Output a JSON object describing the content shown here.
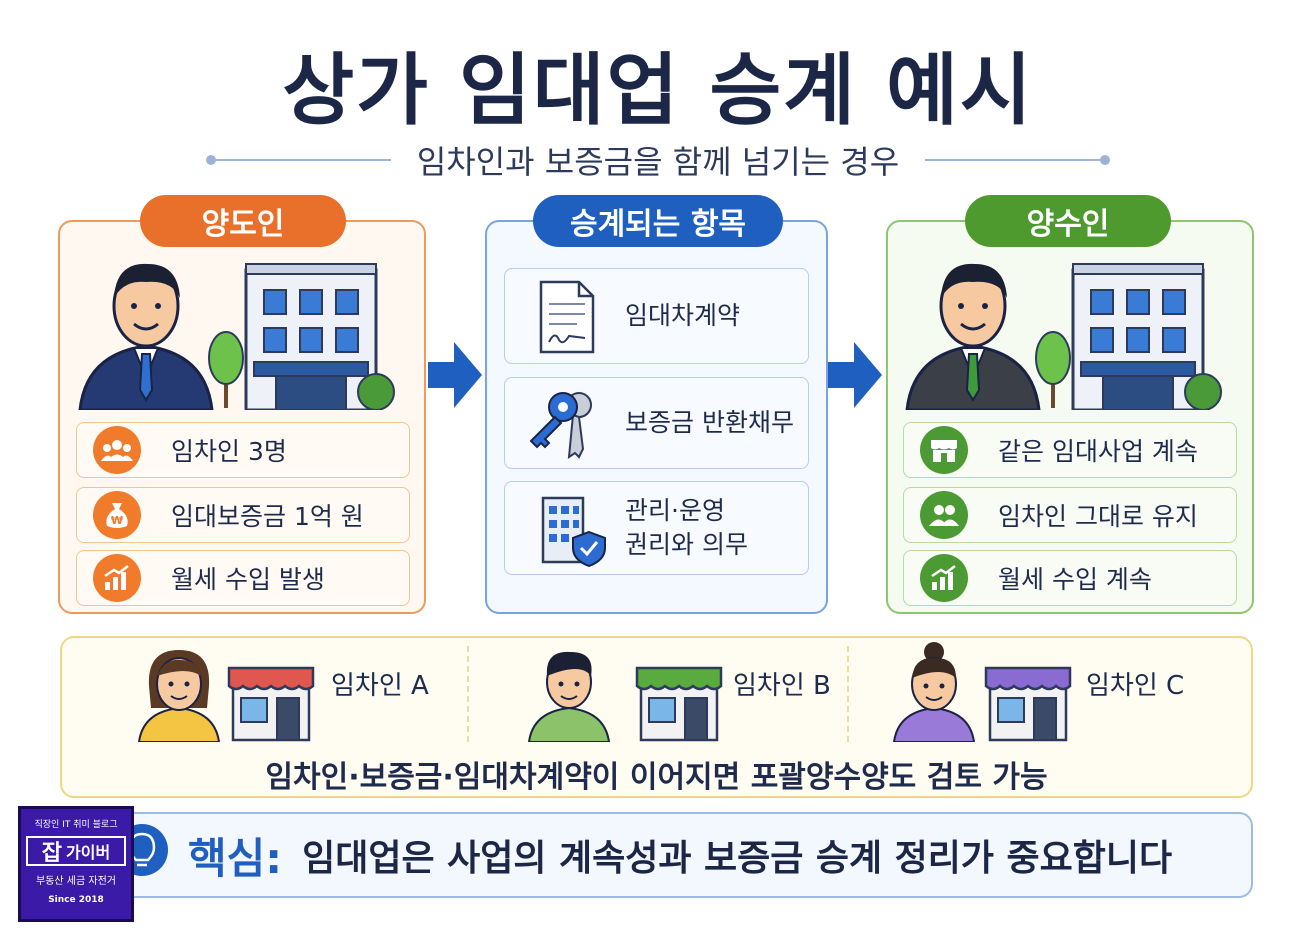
{
  "title": "상가 임대업 승계 예시",
  "subtitle": "임차인과 보증금을 함께 넘기는 경우",
  "left_panel": {
    "header": "양도인",
    "items": [
      {
        "label": "임차인 3명",
        "icon": "people-icon"
      },
      {
        "label": "임대보증금 1억 원",
        "icon": "money-bag-icon"
      },
      {
        "label": "월세 수입 발생",
        "icon": "growth-chart-icon"
      }
    ]
  },
  "middle_panel": {
    "header": "승계되는 항목",
    "items": [
      {
        "label": "임대차계약",
        "icon": "contract-document-icon"
      },
      {
        "label": "보증금 반환채무",
        "icon": "keys-icon"
      },
      {
        "line1": "관리·운영",
        "line2": "권리와 의무",
        "icon": "building-shield-icon"
      }
    ]
  },
  "right_panel": {
    "header": "양수인",
    "items": [
      {
        "label": "같은 임대사업 계속",
        "icon": "store-icon"
      },
      {
        "label": "임차인 그대로 유지",
        "icon": "people-icon"
      },
      {
        "label": "월세 수입 계속",
        "icon": "growth-chart-icon"
      }
    ]
  },
  "tenants": {
    "list": [
      {
        "name": "임차인 A",
        "awning_color": "#e0574f"
      },
      {
        "name": "임차인 B",
        "awning_color": "#5aab3f"
      },
      {
        "name": "임차인 C",
        "awning_color": "#8a6bd1"
      }
    ],
    "note": "임차인·보증금·임대차계약이 이어지면 포괄양수양도 검토 가능"
  },
  "key_point": {
    "label": "핵심:",
    "text": "임대업은 사업의 계속성과 보증금 승계 정리가 중요합니다"
  },
  "badge": {
    "top": "직장인 IT 취미 블로그",
    "main_big": "잡",
    "main_small": "가이버",
    "sub": "부동산 세금 자전거",
    "since": "Since 2018"
  },
  "colors": {
    "orange": "#e9702a",
    "blue": "#1f5fbf",
    "green": "#4f9a2f",
    "navy": "#1c2747"
  }
}
